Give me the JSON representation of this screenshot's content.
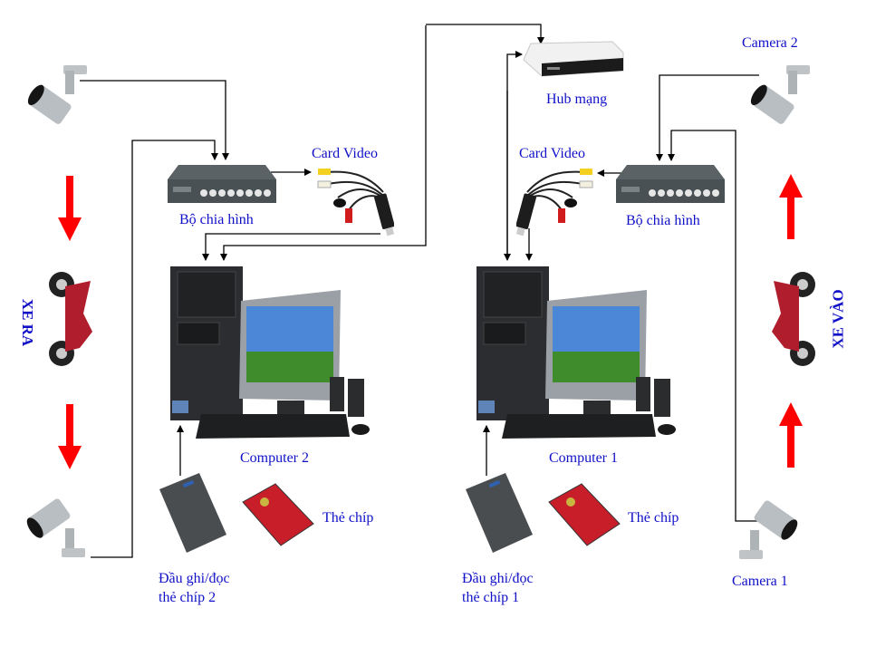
{
  "labels": {
    "camera_left_top": "",
    "camera_left_bottom": "",
    "camera2": "Camera 2",
    "camera1": "Camera 1",
    "hub": "Hub mạng",
    "card_video_left": "Card Video",
    "card_video_right": "Card Video",
    "splitter_left": "Bộ chia hình",
    "splitter_right": "Bộ chia hình",
    "computer2": "Computer 2",
    "computer1": "Computer 1",
    "chip_card_left": "Thẻ chíp",
    "chip_card_right": "Thẻ chíp",
    "reader2_line1": "Đầu ghi/đọc",
    "reader2_line2": "thẻ chíp 2",
    "reader1_line1": "Đầu ghi/đọc",
    "reader1_line2": "thẻ chíp 1",
    "exit_lane": "XE RA",
    "entry_lane": "XE VÀO"
  },
  "colors": {
    "label": "#1010c8",
    "arrow": "#ff0000",
    "wire": "#000000"
  },
  "icons": {
    "camera": "security-camera-icon",
    "splitter": "video-splitter-icon",
    "capture_card": "usb-video-capture-icon",
    "hub": "network-hub-icon",
    "computer": "desktop-computer-icon",
    "reader": "card-reader-icon",
    "card": "chip-card-icon",
    "motorbike": "motorbike-icon",
    "direction_arrow": "red-arrow-icon"
  }
}
